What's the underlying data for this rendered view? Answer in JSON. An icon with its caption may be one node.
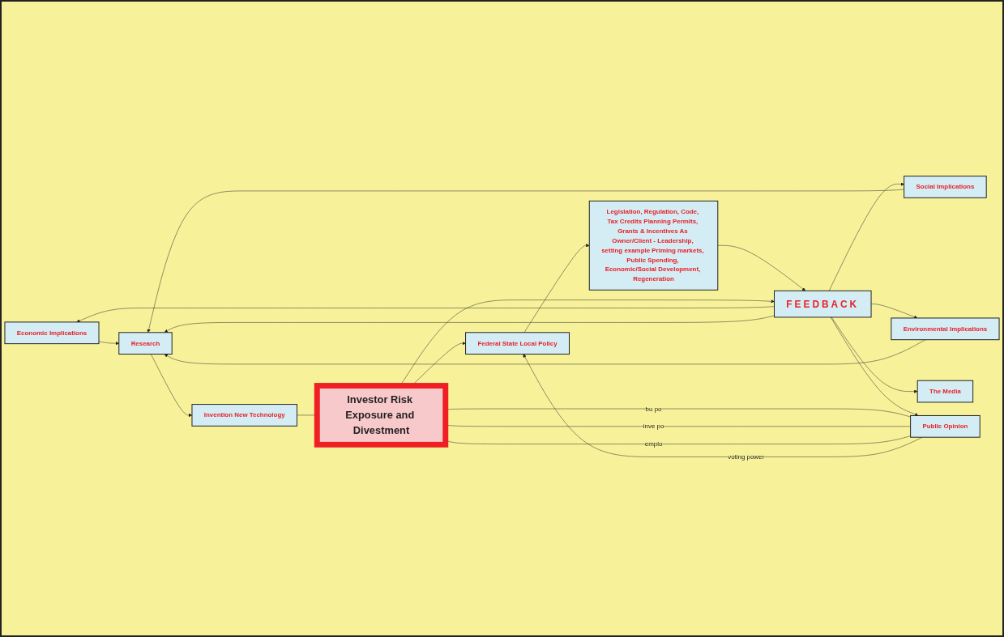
{
  "diagram": {
    "nodes": [
      {
        "text": [
          "Economic Implications"
        ]
      },
      {
        "text": [
          "Social Implications"
        ]
      },
      {
        "text": [
          "Environmental Implications"
        ]
      },
      {
        "text": [
          "Research"
        ]
      },
      {
        "text": [
          "The Media"
        ]
      },
      {
        "text": [
          "Public Opinion"
        ]
      },
      {
        "text": [
          "Invention New Technology"
        ]
      },
      {
        "text": [
          "Investor Risk Exposure and Divestment"
        ]
      },
      {
        "text": [
          "Federal State Local Policy"
        ]
      },
      {
        "text": [
          "Legislation, Regulation, Code, Tax Credits Planning Permits, Grants & Incentives As Owner/Client - Leadership, setting example Priming markets, Public Spending, Economic/Social Development, Regeneration"
        ]
      },
      {
        "text": [
          "FEEDBACK"
        ]
      }
    ],
    "edges": [
      {
        "from": 0,
        "to": 3,
        "arrow": "to"
      },
      {
        "from": 1,
        "to": 3,
        "arrow": "to"
      },
      {
        "from": 2,
        "to": 3,
        "arrow": "to"
      },
      {
        "from": 3,
        "to": 6,
        "arrow": "to"
      },
      {
        "from": 6,
        "to": 7,
        "arrow": "none"
      },
      {
        "from": 5,
        "to": 7,
        "arrow": "none",
        "label": "bu po"
      },
      {
        "from": 5,
        "to": 7,
        "arrow": "none",
        "label": "inve po"
      },
      {
        "from": 5,
        "to": 7,
        "arrow": "none",
        "label": "emplo"
      },
      {
        "from": 7,
        "to": 8,
        "arrow": "to"
      },
      {
        "from": 5,
        "to": 8,
        "arrow": "to",
        "label": "voting power"
      },
      {
        "from": 8,
        "to": 9,
        "arrow": "to"
      },
      {
        "from": 9,
        "to": 10,
        "arrow": "to"
      },
      {
        "from": 7,
        "to": 10,
        "arrow": "to"
      },
      {
        "from": 10,
        "to": 0,
        "arrow": "to"
      },
      {
        "from": 10,
        "to": 1,
        "arrow": "to"
      },
      {
        "from": 10,
        "to": 2,
        "arrow": "to"
      },
      {
        "from": 10,
        "to": 3,
        "arrow": "to"
      },
      {
        "from": 10,
        "to": 4,
        "arrow": "to"
      },
      {
        "from": 10,
        "to": 5,
        "arrow": "to"
      }
    ]
  }
}
